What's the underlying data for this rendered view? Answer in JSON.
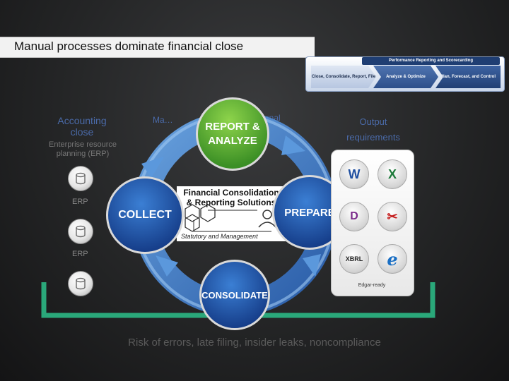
{
  "slide": {
    "title": "Manual processes dominate financial close",
    "colors": {
      "accent_green": "#2aa87a",
      "bracket": "#2aa87a",
      "blue_text": "#4a6aa8"
    }
  },
  "process_strip": {
    "header": "Performance Reporting and Scorecarding",
    "steps": [
      "Close, Consolidate, Report, File",
      "Analyze & Optimize",
      "Plan, Forecast, and Control"
    ]
  },
  "left_column": {
    "heading": "Accounting close",
    "description": "Enterprise resource planning (ERP)",
    "erp_labels": [
      "ERP",
      "ERP"
    ],
    "icon_names": [
      "database-icon",
      "database-icon",
      "database-icon"
    ]
  },
  "cycle": {
    "left_partial_label": "Ma…",
    "right_partial_label": "ernal",
    "nodes": {
      "top": "REPORT & ANALYZE",
      "left": "COLLECT",
      "right": "PREPARE",
      "bottom": "CONSOLIDATE"
    },
    "center_title": "Financial Consolidation & Reporting Solutions",
    "center_subtitle": "Statutory and Management"
  },
  "output": {
    "heading": "Output requirements",
    "icons": [
      {
        "name": "word-icon",
        "glyph": "W"
      },
      {
        "name": "excel-icon",
        "glyph": "X"
      },
      {
        "name": "onenote-icon",
        "glyph": "D"
      },
      {
        "name": "pdf-icon",
        "glyph": "✂"
      },
      {
        "name": "xbrl-icon",
        "glyph": "XBRL"
      },
      {
        "name": "internet-explorer-icon",
        "glyph": "e"
      }
    ],
    "footer": "Edgar-ready"
  },
  "bottom": {
    "risk_text": "Risk of errors, late filing, insider leaks, noncompliance"
  }
}
